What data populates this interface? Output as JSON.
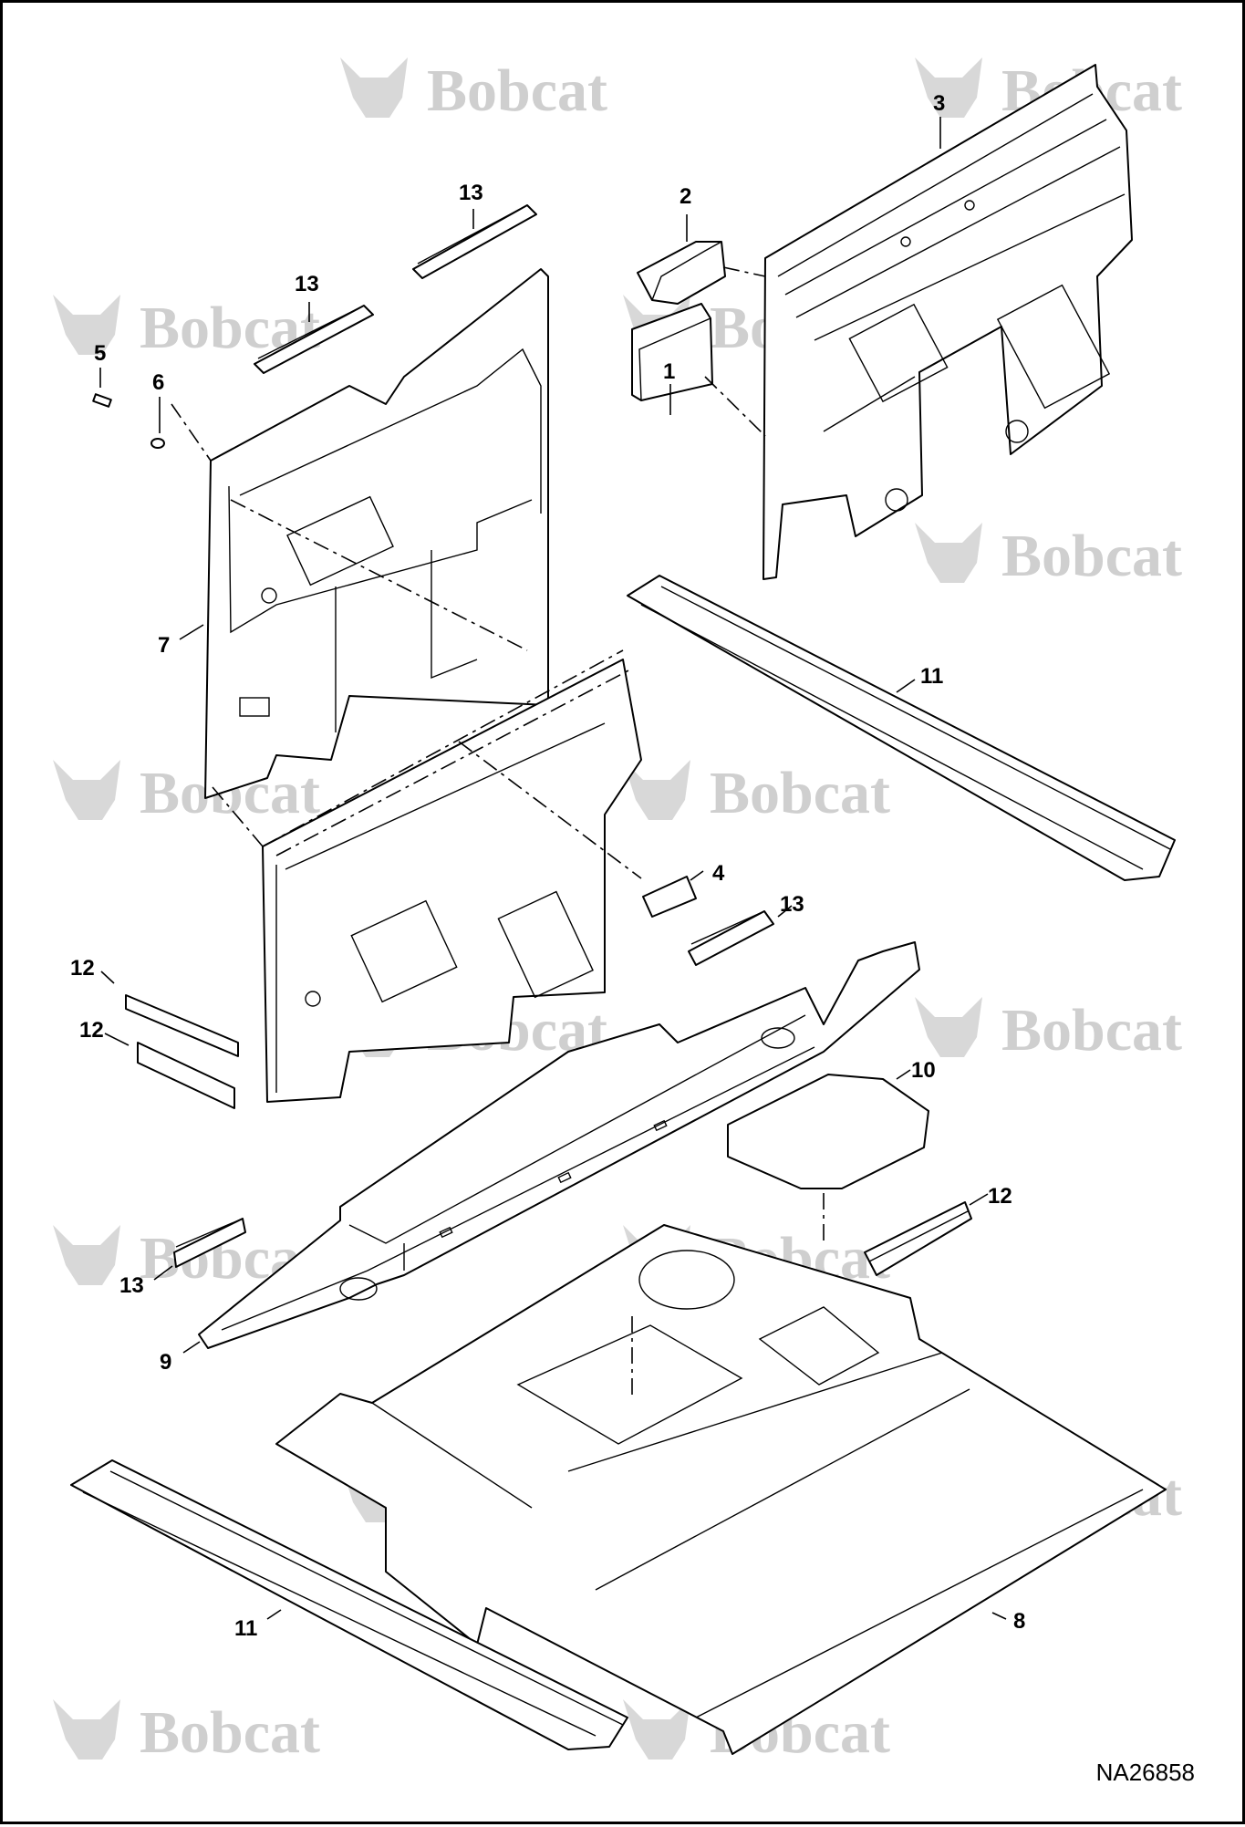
{
  "drawing_number": "NA26858",
  "watermark": {
    "text": "Bobcat",
    "icon": "bobcat-head-icon"
  },
  "callouts": {
    "c1": "1",
    "c2": "2",
    "c3": "3",
    "c4": "4",
    "c5": "5",
    "c6": "6",
    "c7": "7",
    "c8": "8",
    "c9": "9",
    "c10": "10",
    "c11a": "11",
    "c11b": "11",
    "c12a": "12",
    "c12b": "12",
    "c12c": "12",
    "c13a": "13",
    "c13b": "13",
    "c13c": "13",
    "c13d": "13"
  }
}
